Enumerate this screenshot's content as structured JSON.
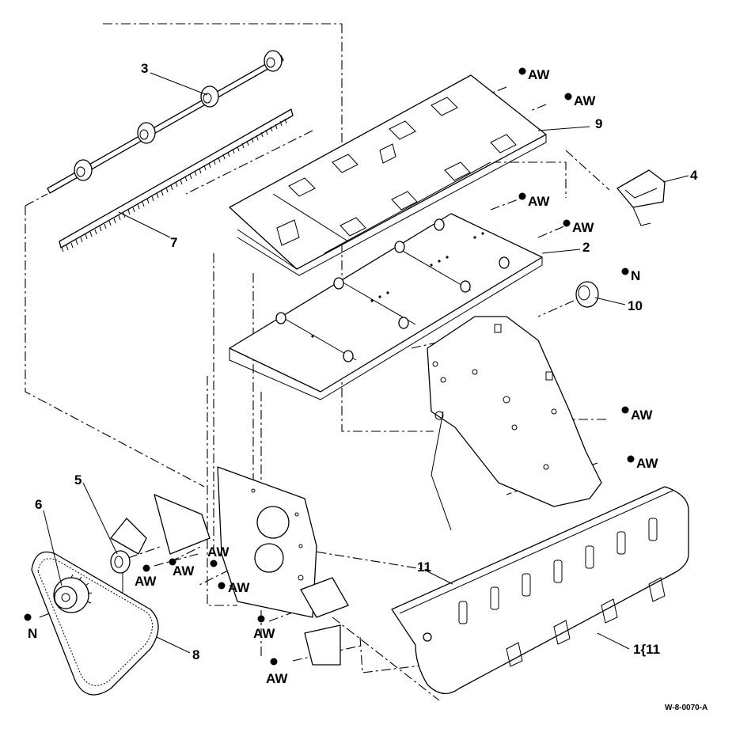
{
  "callouts": {
    "n1": "1{11",
    "n2": "2",
    "n3": "3",
    "n4": "4",
    "n5": "5",
    "n6": "6",
    "n7": "7",
    "n8": "8",
    "n9": "9",
    "n10": "10",
    "n11": "11"
  },
  "fastener_labels": {
    "aw": "AW",
    "n": "N"
  },
  "figure_id": "W-8-0070-A"
}
